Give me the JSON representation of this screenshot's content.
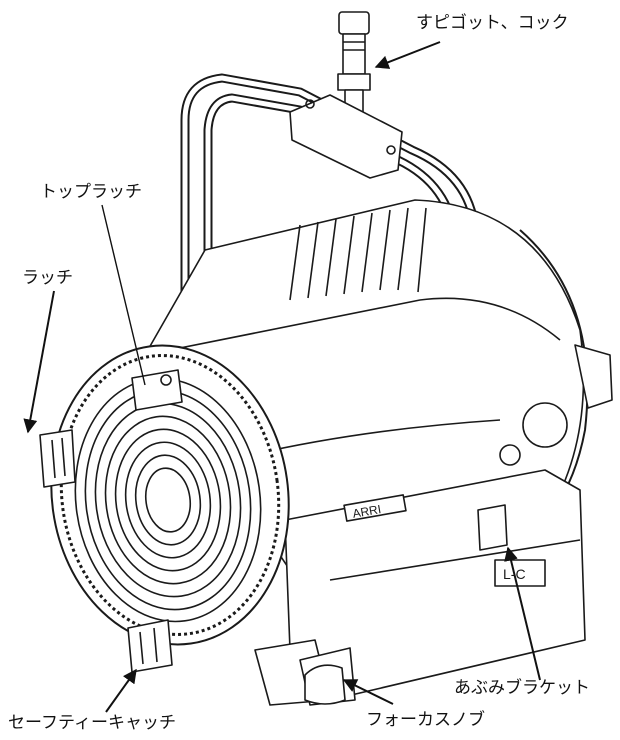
{
  "labels": {
    "spigot": "すピゴット、コック",
    "top_latch": "トップラッチ",
    "latch": "ラッチ",
    "safety_catch": "セーフティーキャッチ",
    "focus_knob": "フォーカスノブ",
    "stirrup_bracket": "あぶみブラケット"
  },
  "markings": {
    "brand": "ARRI",
    "model": "L-C"
  },
  "colors": {
    "line": "#1a1a1a",
    "shade": "#444444",
    "text": "#111111",
    "background": "#ffffff"
  }
}
